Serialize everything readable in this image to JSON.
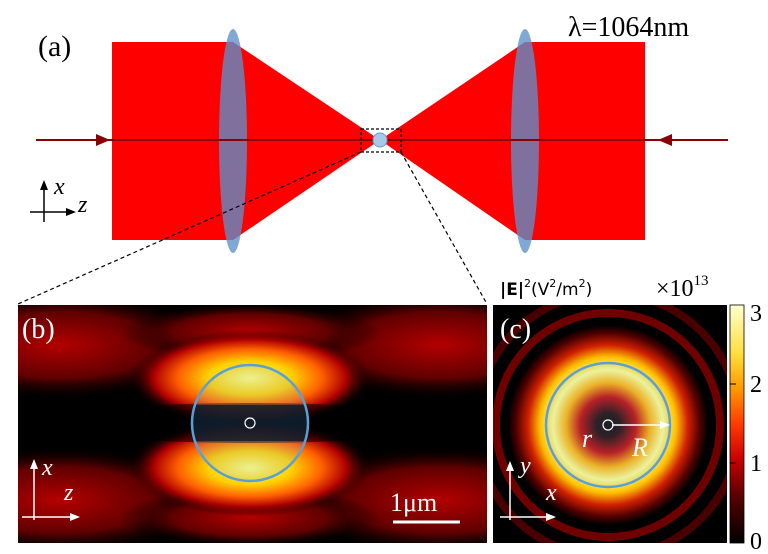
{
  "panel_a": {
    "label": "(a)",
    "wavelength": "λ=1064nm",
    "axes": {
      "vertical": "x",
      "horizontal": "z"
    }
  },
  "panel_b": {
    "label": "(b)",
    "axes": {
      "vertical": "x",
      "horizontal": "z"
    },
    "scale_bar": "1μm"
  },
  "panel_c": {
    "label": "(c)",
    "axes": {
      "vertical": "y",
      "horizontal": "x"
    },
    "inner_radius_label": "r",
    "outer_radius_label": "R"
  },
  "colorbar": {
    "quantity": "|E|",
    "quantity_exponent": "2",
    "unit_open": "(V",
    "unit_sup": "2",
    "unit_mid": "/m",
    "unit_sup2": "2",
    "unit_close": ")",
    "multiplier": "×10",
    "multiplier_exponent": "13",
    "ticks": [
      "0",
      "1",
      "2",
      "3"
    ],
    "min": 0,
    "max": 3
  },
  "colors": {
    "beam": "#ff0000",
    "lens": "#5b8fc9",
    "axis_line": "#8b0000",
    "particle_outline": "#5aa0d8",
    "map_background": "#000000"
  }
}
